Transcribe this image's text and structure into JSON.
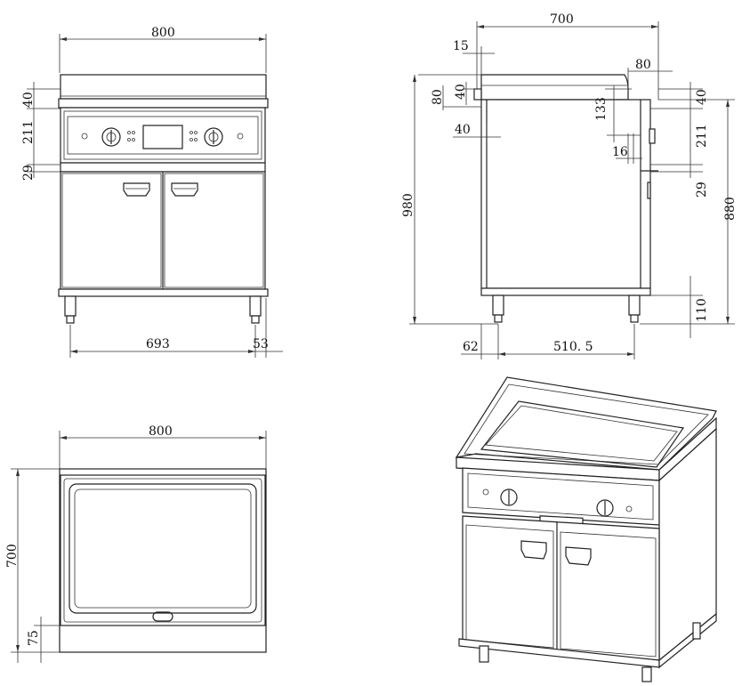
{
  "front_view": {
    "width": "800",
    "h_top": "40",
    "h_panel": "211",
    "h_gap": "29",
    "leg_span": "693",
    "leg_offset": "53"
  },
  "side_view": {
    "depth": "700",
    "d15": "15",
    "d80_top": "80",
    "d80_left": "80",
    "d40_left": "40",
    "d40_right": "40",
    "d40_bottom": "40",
    "d133": "133",
    "d16": "16",
    "total_height": "980",
    "panel_h": "211",
    "gap_h": "29",
    "body_h": "880",
    "leg_h": "110",
    "leg_offset": "62",
    "leg_span": "510. 5"
  },
  "top_view": {
    "width": "800",
    "depth": "700",
    "front_margin": "75"
  }
}
